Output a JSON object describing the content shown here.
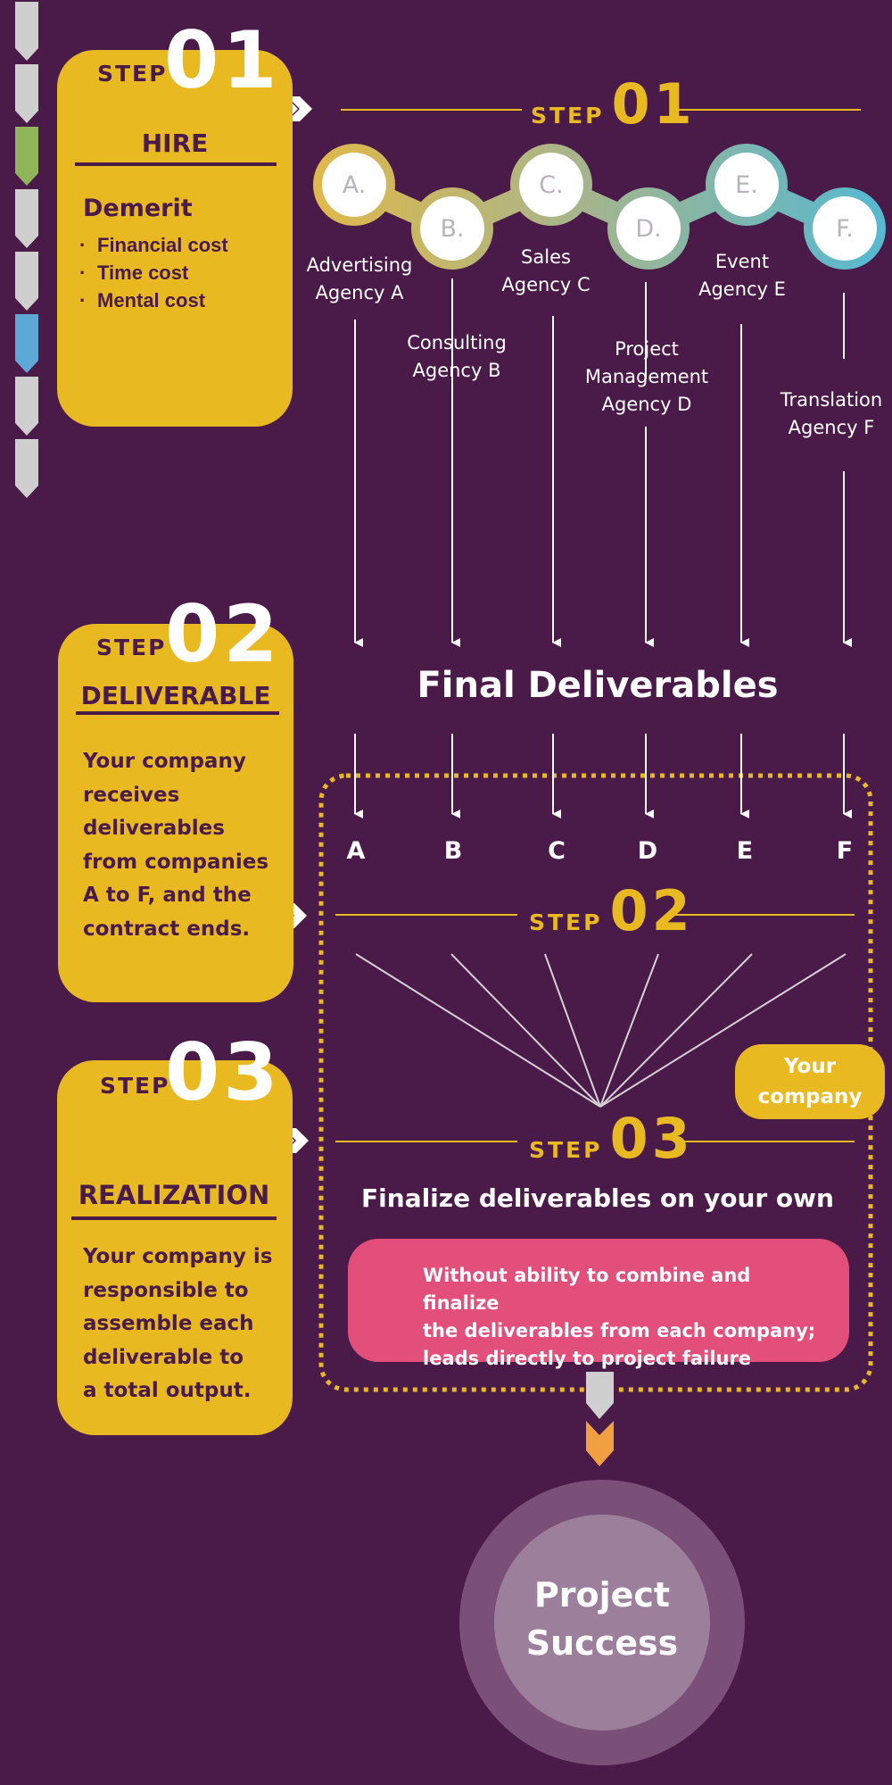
{
  "steps": [
    {
      "word": "STEP",
      "number": "01",
      "title": "HIRE",
      "subtitle": "Demerit",
      "bullets": [
        "Financial cost",
        "Time cost",
        "Mental cost"
      ]
    },
    {
      "word": "STEP",
      "number": "02",
      "title": "DELIVERABLE",
      "lines": [
        "Your company",
        "receives",
        "deliverables",
        "from companies",
        "A to F, and the",
        "contract ends."
      ]
    },
    {
      "word": "STEP",
      "number": "03",
      "title": "REALIZATION",
      "lines": [
        "Your company is",
        "responsible to",
        "assemble each",
        "deliverable to",
        "a total output."
      ]
    }
  ],
  "step_labels": [
    {
      "word": "STEP",
      "number": "01"
    },
    {
      "word": "STEP",
      "number": "02"
    },
    {
      "word": "STEP",
      "number": "03"
    }
  ],
  "agencies": [
    {
      "node": "A.",
      "lines": [
        "Advertising",
        "Agency A"
      ],
      "letter": "A"
    },
    {
      "node": "B.",
      "lines": [
        "Consulting",
        "Agency B"
      ],
      "letter": "B"
    },
    {
      "node": "C.",
      "lines": [
        "Sales",
        "Agency C"
      ],
      "letter": "C"
    },
    {
      "node": "D.",
      "lines": [
        "Project",
        "Management",
        "Agency D"
      ],
      "letter": "D"
    },
    {
      "node": "E.",
      "lines": [
        "Event",
        "Agency E"
      ],
      "letter": "E"
    },
    {
      "node": "F.",
      "lines": [
        "Translation",
        "Agency F"
      ],
      "letter": "F"
    }
  ],
  "final_deliverables": "Final Deliverables",
  "your_company": [
    "Your",
    "company"
  ],
  "finalize_title": "Finalize deliverables on your own",
  "warning": {
    "icon": "warning-triangle-icon",
    "lines": [
      "Without ability to combine and finalize",
      "the deliverables from each company;",
      "leads directly to project failure"
    ]
  },
  "success": [
    "Project",
    "Success"
  ],
  "colors": {
    "background": "#4a1a48",
    "accent_yellow": "#e8b921",
    "warning_pink": "#e24f7a",
    "success_outer": "#7a4f78",
    "success_inner": "#9b7f9b",
    "chevron_gray": "#cfcfcf",
    "chevron_green": "#8fb55a",
    "chevron_blue": "#5ea8d8",
    "chevron_orange": "#f0a040"
  },
  "side_chevrons": [
    "gray",
    "gray",
    "green",
    "gray",
    "gray",
    "blue",
    "gray",
    "gray"
  ]
}
